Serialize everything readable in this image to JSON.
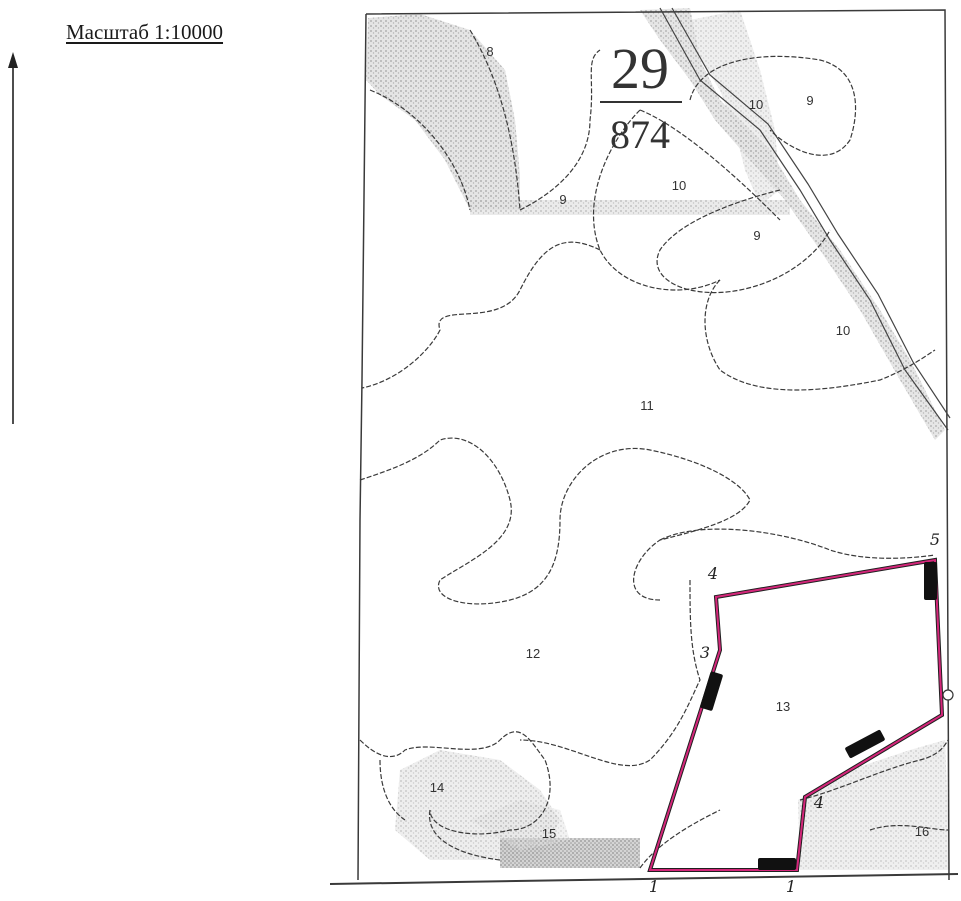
{
  "scale_label": "Масштаб 1:10000",
  "quarter": {
    "number": "29",
    "area": "874"
  },
  "allotments": [
    "8",
    "9",
    "10",
    "9",
    "10",
    "9",
    "10",
    "11",
    "12",
    "13",
    "14",
    "15",
    "16"
  ],
  "vertices": [
    "1",
    "1",
    "4",
    "3",
    "4",
    "5"
  ],
  "colors": {
    "boundary": "#d4267a",
    "lines": "#3a3a3a",
    "shading": "#bdbdbd"
  },
  "icons": {
    "north_arrow": "north-arrow-icon"
  }
}
